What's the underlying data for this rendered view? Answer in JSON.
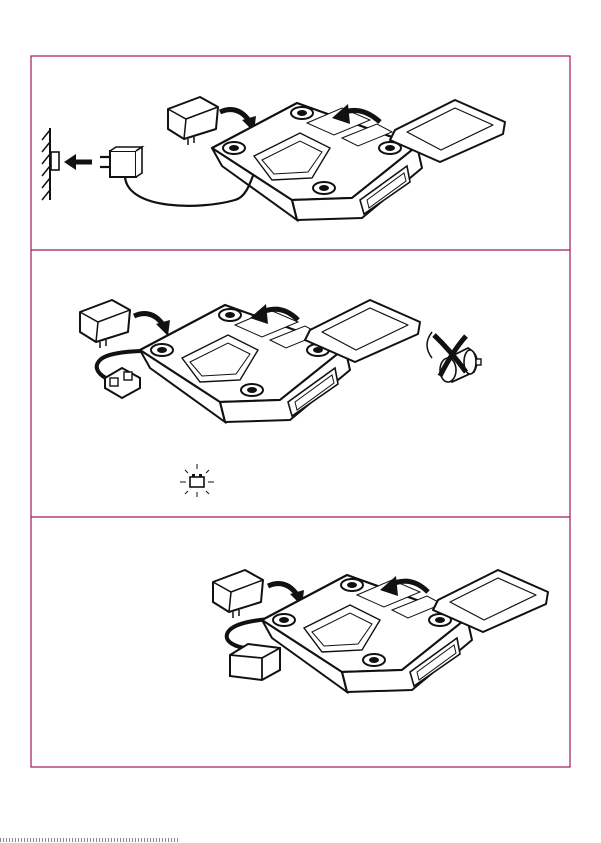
{
  "page": {
    "frame_color": "#a0185a",
    "line_color": "#111111",
    "fill_white": "#ffffff",
    "fill_gray": "#d9d9d9"
  },
  "panels": [
    {
      "id": "mains-power",
      "items": [
        "wall-outlet",
        "plug-adapter",
        "battery-cover",
        "scale-underside",
        "weighing-platform"
      ]
    },
    {
      "id": "battery-power",
      "items": [
        "battery-cover",
        "battery-clip",
        "scale-underside",
        "weighing-platform",
        "no-cell-battery",
        "low-battery-indicator"
      ]
    },
    {
      "id": "battery-pack-power",
      "items": [
        "battery-cover",
        "battery-pack",
        "scale-underside",
        "weighing-platform"
      ]
    }
  ]
}
